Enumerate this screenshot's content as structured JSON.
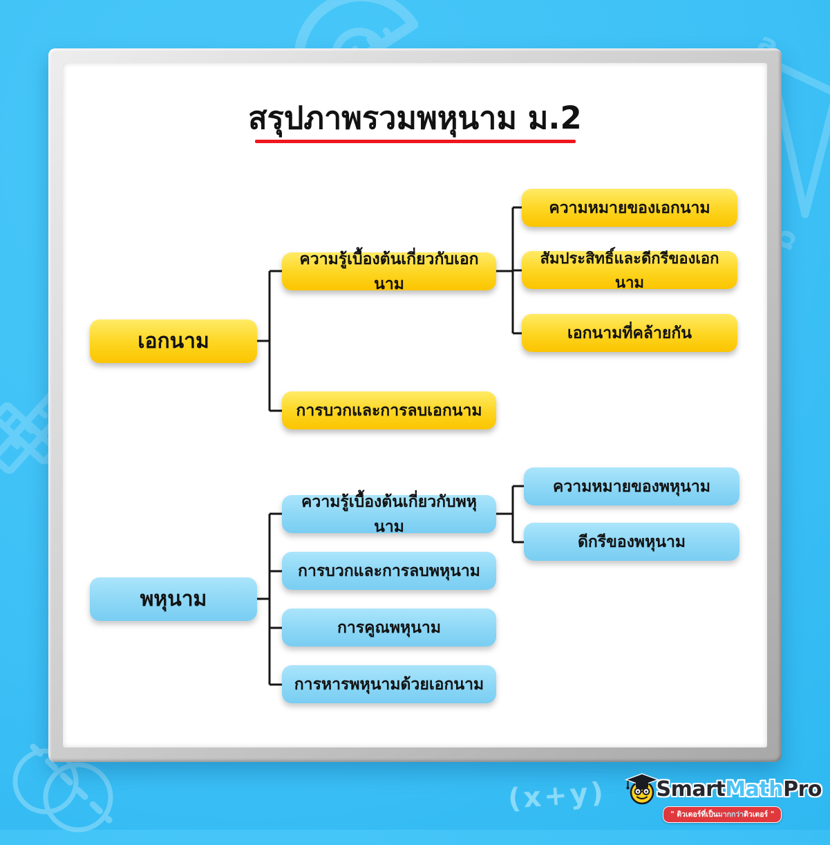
{
  "page": {
    "title": "สรุปภาพรวมพหุนาม ม.2"
  },
  "tree": {
    "monomial": {
      "root": "เอกนาม",
      "basics": "ความรู้เบื้องต้นเกี่ยวกับเอกนาม",
      "basics_children": [
        "ความหมายของเอกนาม",
        "สัมประสิทธิ์และดีกรีของเอกนาม",
        "เอกนามที่คล้ายกัน"
      ],
      "add_subtract": "การบวกและการลบเอกนาม"
    },
    "polynomial": {
      "root": "พหุนาม",
      "basics": "ความรู้เบื้องต้นเกี่ยวกับพหุนาม",
      "basics_children": [
        "ความหมายของพหุนาม",
        "ดีกรีของพหุนาม"
      ],
      "add_subtract": "การบวกและการลบพหุนาม",
      "multiply": "การคูณพหุนาม",
      "divide": "การหารพหุนามด้วยเอกนาม"
    }
  },
  "logo": {
    "brand": [
      "Smart",
      "Math",
      "Pro"
    ],
    "tagline_open": "\" ",
    "tagline_part1": "ติวเตอร์ที่เป็น",
    "tagline_part2": "มากกว่า",
    "tagline_part3": "ติวเตอร์",
    "tagline_close": " \""
  },
  "decorations": {
    "formula": "(x+y)",
    "triangle_label_top": "a",
    "triangle_label_bottom": "b"
  },
  "colors": {
    "background": "#3EC1F6",
    "monomial_box_top": "#FFEB66",
    "monomial_box_bottom": "#FBC400",
    "polynomial_box_top": "#ABE5FB",
    "polynomial_box_bottom": "#79CDF2",
    "title_underline": "#F0161E",
    "connector": "#151515",
    "logo_math_blue": "#4FC3F7",
    "logo_ribbon_red": "#E0393D"
  }
}
